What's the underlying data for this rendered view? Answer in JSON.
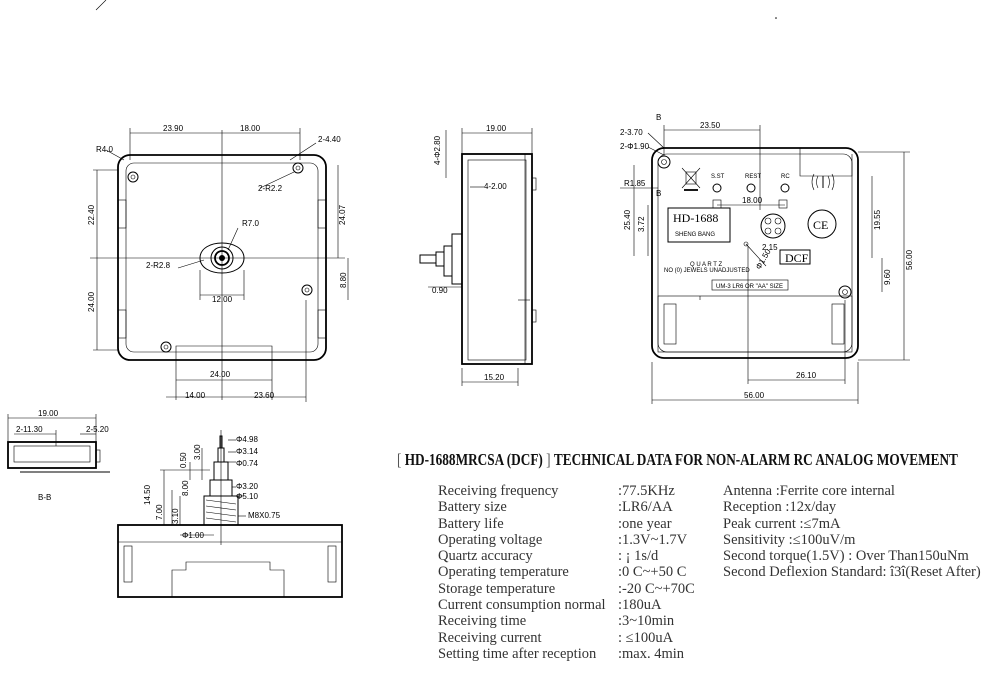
{
  "title": {
    "prefix": "HD-1688MRCSA (DCF)",
    "text": "TECHNICAL DATA FOR NON-ALARM RC ANALOG MOVEMENT"
  },
  "specs_left": [
    {
      "label": "Receiving frequency",
      "value": ":77.5KHz"
    },
    {
      "label": "Battery size",
      "value": ":LR6/AA"
    },
    {
      "label": "Battery life",
      "value": ":one year"
    },
    {
      "label": "Operating  voltage",
      "value": ":1.3V~1.7V"
    },
    {
      "label": "Quartz accuracy",
      "value": ": ¡ 1s/d"
    },
    {
      "label": "Operating temperature",
      "value": ":0 C~+50 C"
    },
    {
      "label": "Storage temperature",
      "value": ":-20 C~+70C"
    },
    {
      "label": "Current consumption normal",
      "value": ":180uA"
    },
    {
      "label": "Receiving time",
      "value": ":3~10min"
    },
    {
      "label": "Receiving current",
      "value": ": ≤100uA"
    },
    {
      "label": "Setting time after reception",
      "value": ":max. 4min"
    }
  ],
  "specs_right": [
    "Antenna     :Ferrite core internal",
    "Reception   :12x/day",
    "Peak current :≤7mA",
    "Sensitivity    :≤100uV/m",
    "Second torque(1.5V)   : Over Than150uNm",
    "Second Deflexion Standard: î3î(Reset After)"
  ],
  "front_view": {
    "dims": [
      "23.90",
      "18.00",
      "2-4.40",
      "R4.0",
      "2-R2.2",
      "22.40",
      "24.07",
      "R7.0",
      "2-R2.8",
      "12.00",
      "24.00",
      "8.80",
      "24.00",
      "14.00",
      "23.60"
    ]
  },
  "side_view": {
    "dims": [
      "4-Φ2.80",
      "19.00",
      "4-2.00",
      "0.90",
      "15.20"
    ]
  },
  "back_view": {
    "dims": [
      "2-3.70",
      "2-Φ1.90",
      "23.50",
      "B",
      "B",
      "R1.85",
      "25.40",
      "3.72",
      "18.00",
      "2.15",
      "19.55",
      "56.00",
      "9.60",
      "Φ1.50",
      "26.10",
      "56.00"
    ],
    "labels": {
      "model": "HD-1688",
      "brand": "SHENG  BANG",
      "quartz": "Q U A R T Z",
      "jewels": "NO (0) JEWELS  UNADJUSTED",
      "battery": "UM-3 LR6  OR \"AA\" SIZE",
      "dcf": "DCF",
      "btn1": "S.ST",
      "btn2": "REST",
      "btn3": "RC",
      "ce": "CE"
    }
  },
  "section_bb": {
    "dims": [
      "19.00",
      "2-11.30",
      "2-5.20"
    ],
    "label": "B-B"
  },
  "shaft_view": {
    "dims": [
      "Φ4.98",
      "Φ3.14",
      "Φ0.74",
      "Φ3.20",
      "Φ5.10",
      "0.50",
      "3.00",
      "14.50",
      "7.00",
      "3.10",
      "8.00",
      "M8X0.75",
      "Φ1.00"
    ]
  }
}
